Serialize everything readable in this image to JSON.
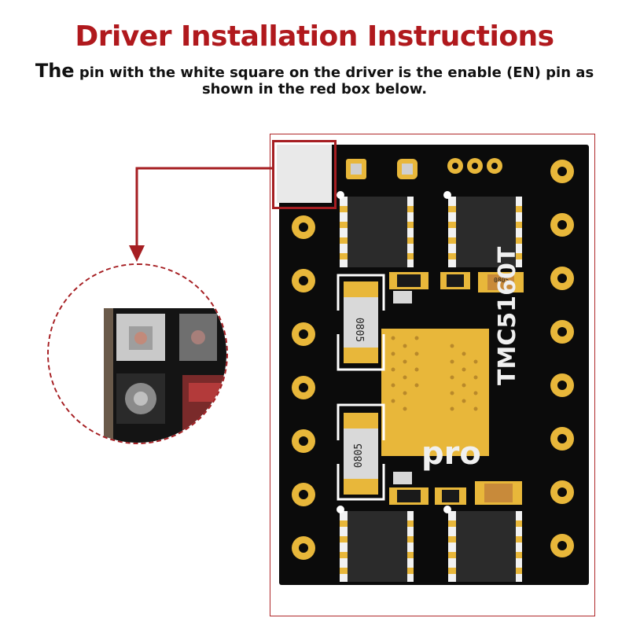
{
  "header": {
    "title": "Driver Installation Instructions",
    "title_color": "#b0191d",
    "lead_word": "The",
    "subtitle_line1": "pin with the white square on the driver is the enable (EN) pin as",
    "subtitle_line2": "shown in the red box below."
  },
  "board": {
    "chip_label": "TMC5160T",
    "pro_label": "pro",
    "resistor_label_top": "0805",
    "resistor_label_bottom": "0805",
    "small_part_label": "0805",
    "pad_color": "#e8b73a",
    "board_color": "#0b0b0b",
    "accent_color": "#a61e22"
  }
}
